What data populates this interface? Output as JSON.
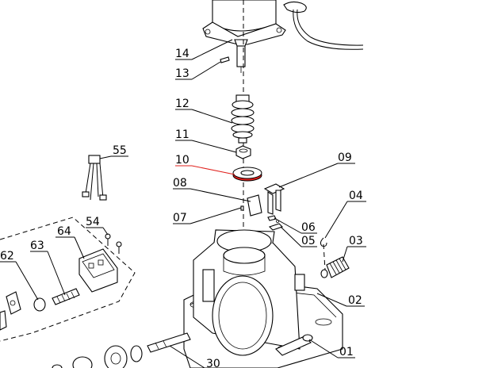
{
  "highlight_color": "#e0201c",
  "line_color": "#000000",
  "labels": {
    "l14": "14",
    "l13": "13",
    "l12": "12",
    "l11": "11",
    "l10": "10",
    "l09": "09",
    "l08": "08",
    "l07": "07",
    "l06": "06",
    "l05": "05",
    "l04": "04",
    "l03": "03",
    "l02": "02",
    "l01": "01",
    "l55": "55",
    "l54": "54",
    "l64": "64",
    "l63": "63",
    "l62": "62",
    "l30": "30"
  }
}
